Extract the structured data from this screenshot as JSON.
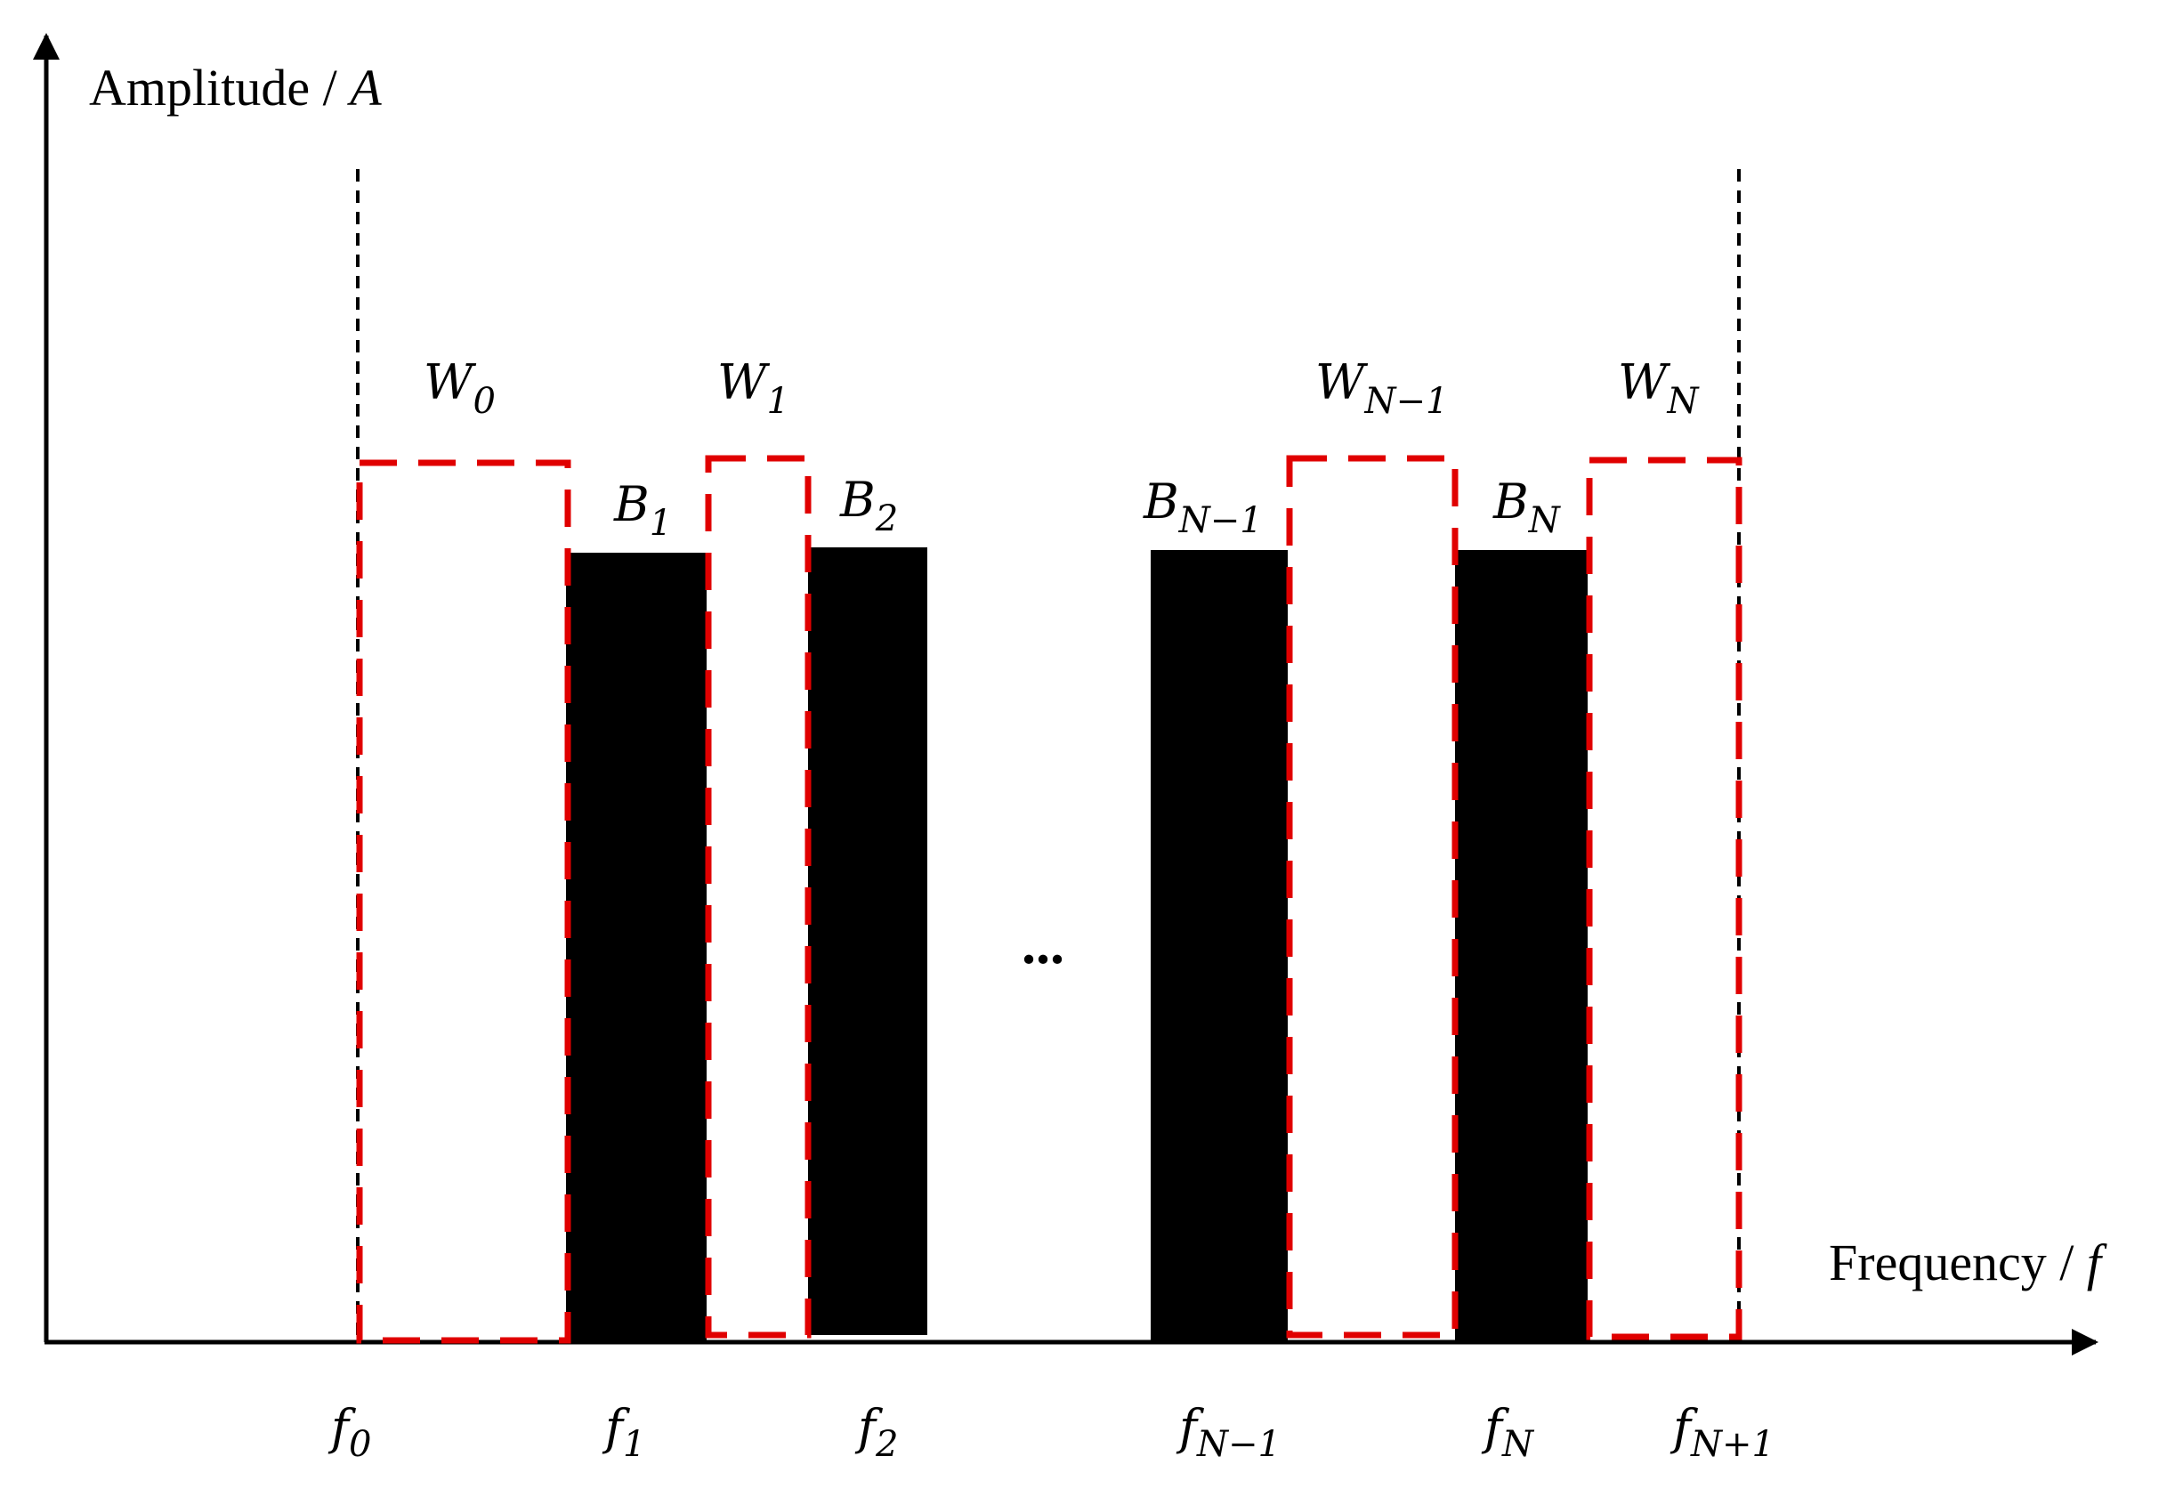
{
  "axes": {
    "y_title": "Amplitude / ",
    "y_symbol": "A",
    "x_title": "Frequency / ",
    "x_symbol": "f"
  },
  "ellipsis": "...",
  "colors": {
    "band": "#000000",
    "window": "#e00000",
    "boundary": "#000000",
    "axis": "#000000"
  },
  "frequency_labels": [
    {
      "base": "f",
      "sub": "0"
    },
    {
      "base": "f",
      "sub": "1"
    },
    {
      "base": "f",
      "sub": "2"
    },
    {
      "base": "f",
      "sub": "N−1"
    },
    {
      "base": "f",
      "sub": "N"
    },
    {
      "base": "f",
      "sub": "N+1"
    }
  ],
  "band_labels": [
    {
      "base": "B",
      "sub": "1"
    },
    {
      "base": "B",
      "sub": "2"
    },
    {
      "base": "B",
      "sub": "N−1"
    },
    {
      "base": "B",
      "sub": "N"
    }
  ],
  "window_labels": [
    {
      "base": "W",
      "sub": "0"
    },
    {
      "base": "W",
      "sub": "1"
    },
    {
      "base": "W",
      "sub": "N−1"
    },
    {
      "base": "W",
      "sub": "N"
    }
  ]
}
